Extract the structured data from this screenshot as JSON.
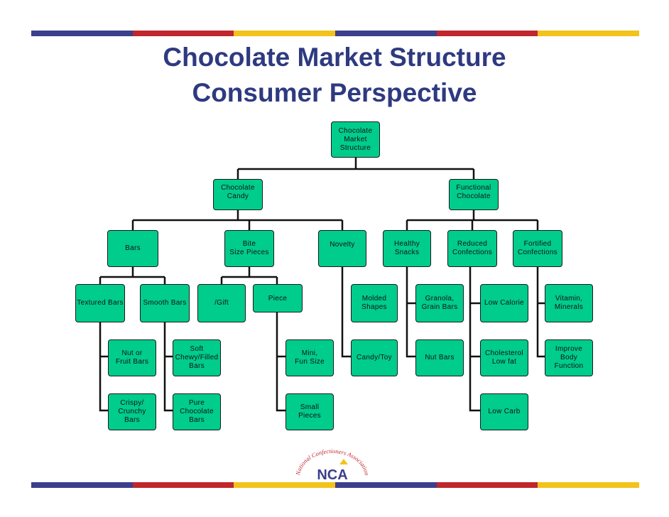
{
  "colors": {
    "stripe": [
      "#3b3f8c",
      "#c0262d",
      "#f2c31b",
      "#3b3f8c",
      "#c0262d",
      "#f2c31b"
    ],
    "node_fill": "#00cc8c",
    "title": "#2e3a80"
  },
  "title": {
    "line1": "Chocolate Market Structure",
    "line2": "Consumer Perspective"
  },
  "nodes": {
    "root": "Chocolate\nMarket\nStructure",
    "candy": "Chocolate\nCandy",
    "functional": "Functional\nChocolate",
    "bars": "Bars",
    "bite": "Bite\nSize Pieces",
    "novelty": "Novelty",
    "healthy": "Healthy\nSnacks",
    "reduced": "Reduced\nConfections",
    "fortified": "Fortified\nConfections",
    "textured": "Textured Bars",
    "smooth": "Smooth Bars",
    "gift": "/Gift",
    "piece": "Piece",
    "molded": "Molded\nShapes",
    "granola": "Granola,\nGrain Bars",
    "lowcal": "Low Calorie",
    "vitamin": "Vitamin,\nMinerals",
    "nut_fruit": "Nut or\nFruit Bars",
    "soft": "Soft\nChewy/Filled\nBars",
    "mini": "Mini,\nFun Size",
    "candytoy": "Candy/Toy",
    "nutbars": "Nut Bars",
    "cholesterol": "Cholesterol\nLow fat",
    "improve": "Improve Body\nFunction",
    "crispy": "Crispy/\nCrunchy\nBars",
    "pure": "Pure\nChocolate\nBars",
    "small": "Small\nPieces",
    "lowcarb": "Low Carb"
  },
  "logo": {
    "arc_text": "National Confectioners Association",
    "mark": "NCA"
  }
}
